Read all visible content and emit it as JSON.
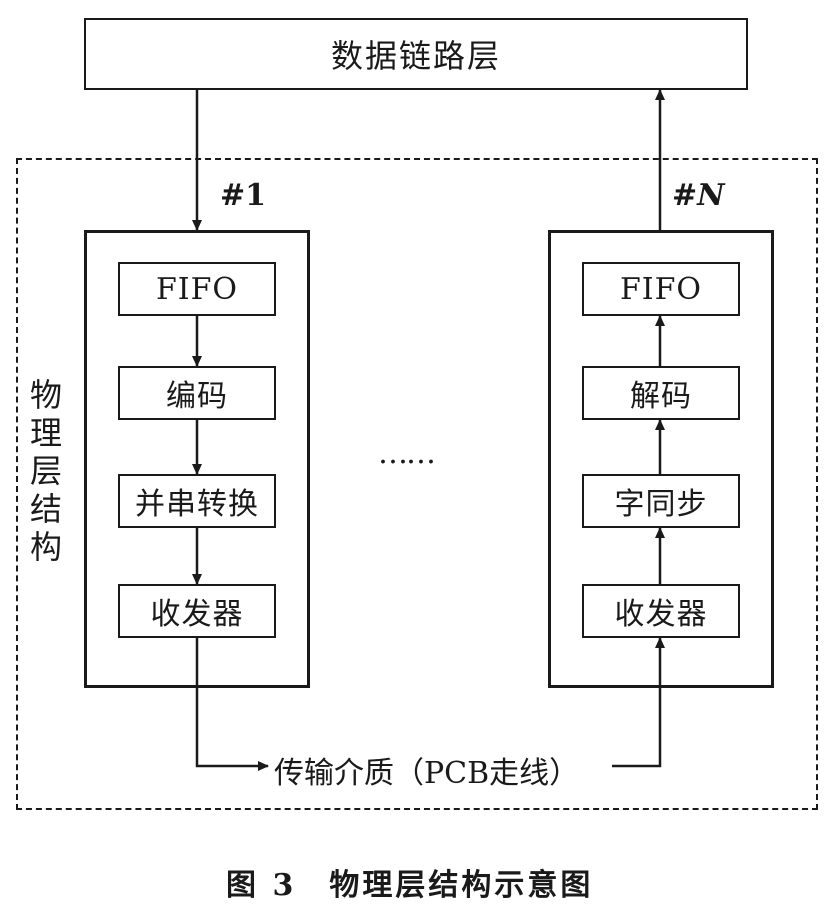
{
  "top_layer": "数据链路层",
  "side_label": "物理层结构",
  "lane_left": {
    "tag": "#1",
    "blocks": [
      "FIFO",
      "编码",
      "并串转换",
      "收发器"
    ]
  },
  "lane_right": {
    "tag": "#N",
    "blocks": [
      "FIFO",
      "解码",
      "字同步",
      "收发器"
    ]
  },
  "ellipsis": "……",
  "medium": "传输介质（PCB走线）",
  "caption": "图 3　物理层结构示意图"
}
